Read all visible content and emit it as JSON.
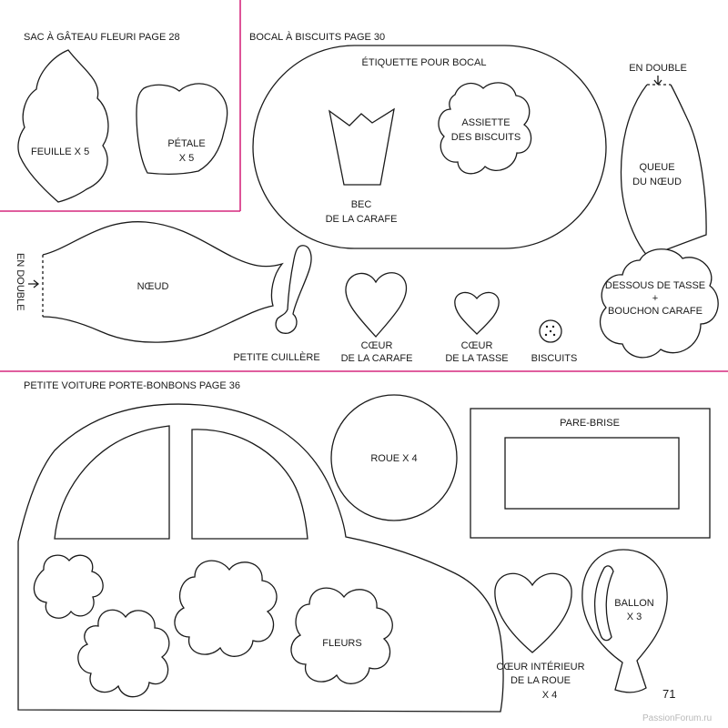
{
  "sections": {
    "cake_bag": {
      "title": "SAC À GÂTEAU FLEURI PAGE 28"
    },
    "jar": {
      "title": "BOCAL À BISCUITS PAGE 30"
    },
    "car": {
      "title": "PETITE VOITURE PORTE-BONBONS PAGE 36"
    }
  },
  "labels": {
    "leaf": "FEUILLE X 5",
    "petal_1": "PÉTALE",
    "petal_2": "X 5",
    "jar_label": "ÉTIQUETTE POUR BOCAL",
    "plate_1": "ASSIETTE",
    "plate_2": "DES BISCUITS",
    "spout_1": "BEC",
    "spout_2": "DE LA CARAFE",
    "double_top": "EN DOUBLE",
    "bow_tail_1": "QUEUE",
    "bow_tail_2": "DU NŒUD",
    "double_side": "EN DOUBLE",
    "bow": "NŒUD",
    "spoon": "PETITE CUILLÈRE",
    "heart_carafe_1": "CŒUR",
    "heart_carafe_2": "DE LA CARAFE",
    "heart_cup_1": "CŒUR",
    "heart_cup_2": "DE LA TASSE",
    "biscuits": "BISCUITS",
    "cup_1": "DESSOUS DE TASSE",
    "cup_2": "+",
    "cup_3": "BOUCHON CARAFE",
    "wheel": "ROUE X 4",
    "windshield": "PARE-BRISE",
    "flowers": "FLEURS",
    "balloon_1": "BALLON",
    "balloon_2": "X 3",
    "heart_wheel_1": "CŒUR INTÉRIEUR",
    "heart_wheel_2": "DE LA ROUE",
    "heart_wheel_3": "X 4"
  },
  "page_number": "71",
  "watermark": "PassionForum.ru",
  "colors": {
    "divider": "#d6287f",
    "outline": "#1a1a1a",
    "background": "#ffffff"
  }
}
